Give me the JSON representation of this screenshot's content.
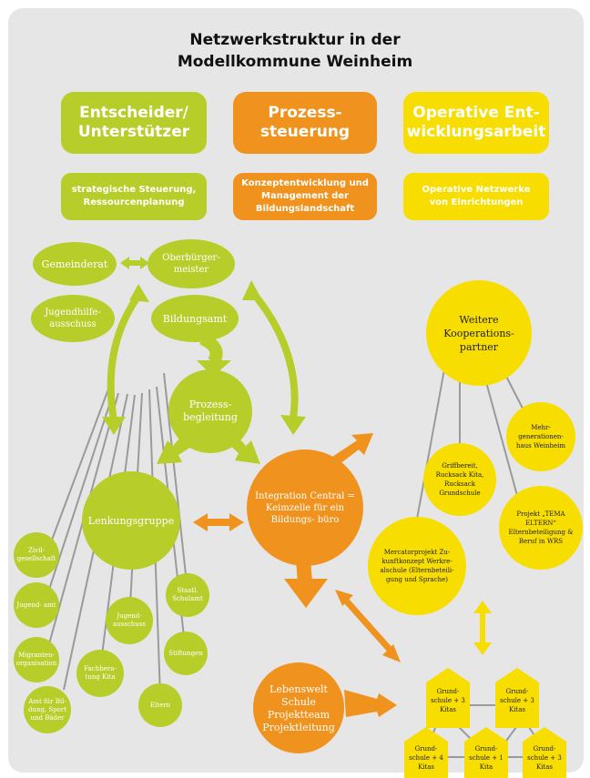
{
  "title": {
    "line1": "Netzwerkstruktur in der",
    "line2": "Modellkommune Weinheim"
  },
  "colors": {
    "green": "#b7cd2a",
    "orange": "#f0921e",
    "yellow": "#f7dd00",
    "gray_line": "#9a9a9a",
    "panel": "#e6e6e6"
  },
  "header": {
    "col1": {
      "title": "Entscheider/ Unterstützer",
      "desc": "strategische Steuerung, Ressourcenplanung"
    },
    "col2": {
      "title": "Prozess- steuerung",
      "desc": "Konzeptentwicklung und Management der Bildungslandschaft"
    },
    "col3": {
      "title": "Operative Ent- wicklungsarbeit",
      "desc": "Operative Netzwerke von Einrichtungen"
    }
  },
  "nodes": {
    "gemeinderat": "Gemeinderat",
    "oberbuergermeister": "Oberbürger- meister",
    "jugendhilfeausschuss": "Jugendhilfe- ausschuss",
    "bildungsamt": "Bildungsamt",
    "prozessbegleitung": "Prozess- begleitung",
    "lenkungsgruppe": "Lenkungsgruppe",
    "integration": "Integration Central = Keimzelle für ein Bildungs- büro",
    "lebenswelt": "Lebenswelt Schule Projektteam Projektleitung",
    "weitere": "Weitere Kooperations- partner"
  },
  "members": {
    "zivil": "Zivil- gesellschaft",
    "jugendamt": "Jugend- amt",
    "migranten": "Migranten- organisation",
    "amt_bildung": "Amt für Bil- dung, Sport und Bäder",
    "fachberatung": "Fachbera- tung Kita",
    "jugendausschuss": "Jugend- ausschuss",
    "eltern": "Eltern",
    "stiftungen": "Stiftungen",
    "schulamt": "Staatl. Schulamt"
  },
  "partners": {
    "mehrgenerationen": "Mehr- generationen- haus Weinheim",
    "griffbereit": "Griffbereit, Rucksack Kita, Rucksack Grundschule",
    "tema": "Projekt „TEMA ELTERN“ Elternbeteiligung & Beruf in WRS",
    "mercator": "Mercatorprojekt Zu- kunftkonzept Werkre- alschule (Elternbeteili- gung und Sprache)"
  },
  "schools": {
    "s1": "Grund- schule + 3 Kitas",
    "s2": "Grund- schule + 3 Kitas",
    "s3": "Grund- schule + 4 Kitas",
    "s4": "Grund- schule + 1 Kita",
    "s5": "Grund- schule + 3 Kitas"
  }
}
